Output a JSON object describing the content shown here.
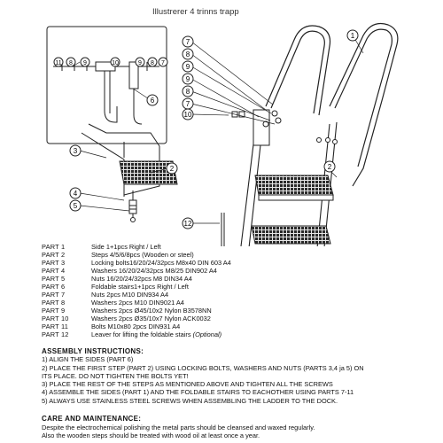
{
  "caption": "Illustrerer 4 trinns trapp",
  "callouts": [
    "1",
    "2",
    "3",
    "4",
    "5",
    "6",
    "7",
    "8",
    "9",
    "10",
    "11",
    "12"
  ],
  "parts": [
    {
      "label": "PART 1",
      "desc": "Side 1+1pcs Right / Left"
    },
    {
      "label": "PART 2",
      "desc": "Steps 4/5/6/8pcs (Wooden or steel)"
    },
    {
      "label": "PART 3",
      "desc": "Locking bolts16/20/24/32pcs M8x40 DIN 603 A4"
    },
    {
      "label": "PART 4",
      "desc": "Washers 16/20/24/32pcs M8/25 DIN902 A4"
    },
    {
      "label": "PART 5",
      "desc": "Nuts 16/20/24/32pcs M8 DIN34 A4"
    },
    {
      "label": "PART 6",
      "desc": "Foldable stairs1+1pcs Right / Left"
    },
    {
      "label": "PART 7",
      "desc": "Nuts 2pcs M10 DIN934 A4"
    },
    {
      "label": "PART 8",
      "desc": "Washers 2pcs M10 DIN9021 A4"
    },
    {
      "label": "PART 9",
      "desc": "Washers 2pcs Ø45/10x2 Nylon B3578NN"
    },
    {
      "label": "PART 10",
      "desc": "Washers 2pcs Ø35/10x7  Nylon ACK0032"
    },
    {
      "label": "PART 11",
      "desc": "Bolts M10x80 2pcs DIN931 A4"
    },
    {
      "label": "PART 12",
      "desc": "Leaver for lifting the foldable stairs",
      "note": "(Optional)"
    }
  ],
  "assembly": {
    "heading": "ASSEMBLY INSTRUCTIONS:",
    "steps": [
      "1) ALIGN THE SIDES (PART 6)",
      "2) PLACE THE FIRST STEP (PART 2) USING LOCKING BOLTS, WASHERS AND NUTS (PARTS 3,4 ja 5) ON",
      "ITS PLACE. DO NOT TIGHTEN THE BOLTS YET!",
      "3) PLACE THE REST OF THE STEPS AS MENTIONED ABOVE AND TIGHTEN ALL THE SCREWS",
      "4) ASSEMBLE THE SIDES (PART 1) AND THE FOLDABLE STAIRS TO EACHOTHER USING PARTS 7-11",
      "5) ALWAYS USE STAINLESS STEEL SCREWS WHEN ASSEMBLING THE LADDER TO THE DOCK."
    ]
  },
  "care": {
    "heading": "CARE AND MAINTENANCE:",
    "lines": [
      "Despite the electrochemical polishing the metal parts should be cleansed and waxed regularly.",
      "Also the wooden steps should be treated with wood oil at least once a year."
    ]
  }
}
